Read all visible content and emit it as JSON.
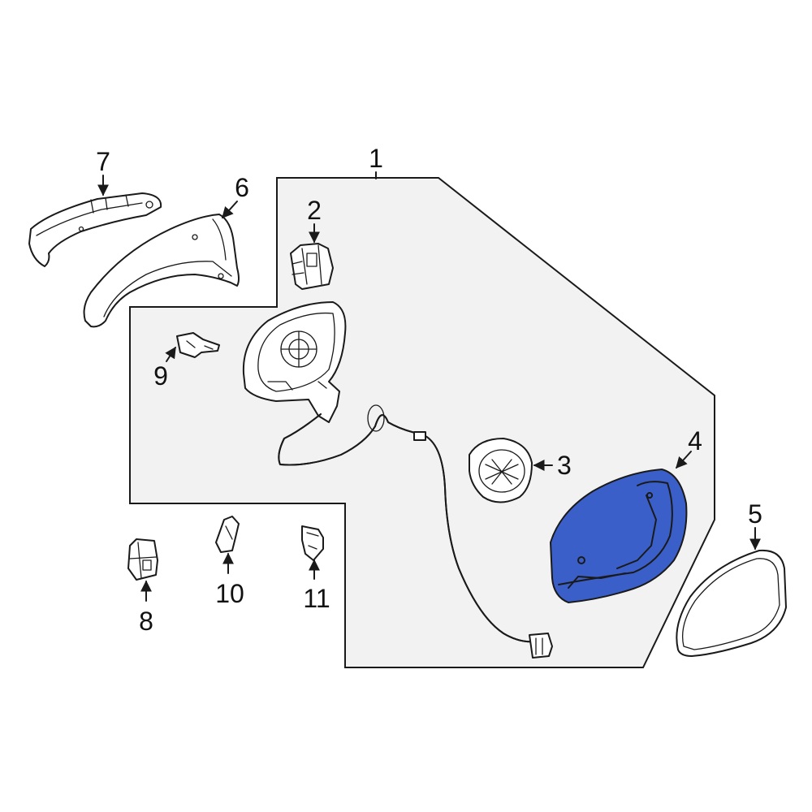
{
  "colors": {
    "background": "#ffffff",
    "region_fill": "#f2f2f2",
    "outline": "#1a1a1a",
    "highlight": "#3a5fc8"
  },
  "callouts": {
    "c1": "1",
    "c2": "2",
    "c3": "3",
    "c4": "4",
    "c5": "5",
    "c6": "6",
    "c7": "7",
    "c8": "8",
    "c9": "9",
    "c10": "10",
    "c11": "11"
  },
  "highlighted_part": "4"
}
